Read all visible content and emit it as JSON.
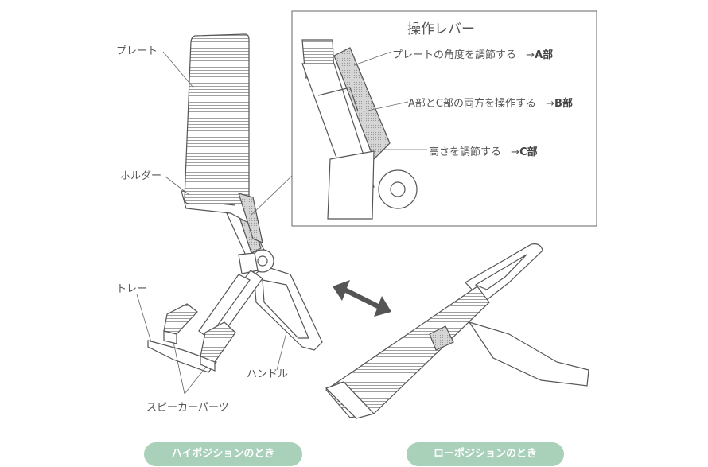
{
  "labels": {
    "plate": "プレート",
    "holder": "ホルダー",
    "tray": "トレー",
    "handle": "ハンドル",
    "speaker_parts": "スピーカーパーツ"
  },
  "detail": {
    "title": "操作レバー",
    "callouts": [
      {
        "text": "プレートの角度を調節する",
        "arrow": "→",
        "target": "A部"
      },
      {
        "text": "A部とC部の両方を操作する",
        "arrow": "→",
        "target": "B部"
      },
      {
        "text": "高さを調節する",
        "arrow": "→",
        "target": "C部"
      }
    ]
  },
  "modes": {
    "high": "ハイポジションのとき",
    "low": "ローポジションのとき"
  },
  "colors": {
    "pill": "#a9d0b9",
    "arrow": "#555555",
    "line": "#666666",
    "lever": "#cfcfcf"
  }
}
